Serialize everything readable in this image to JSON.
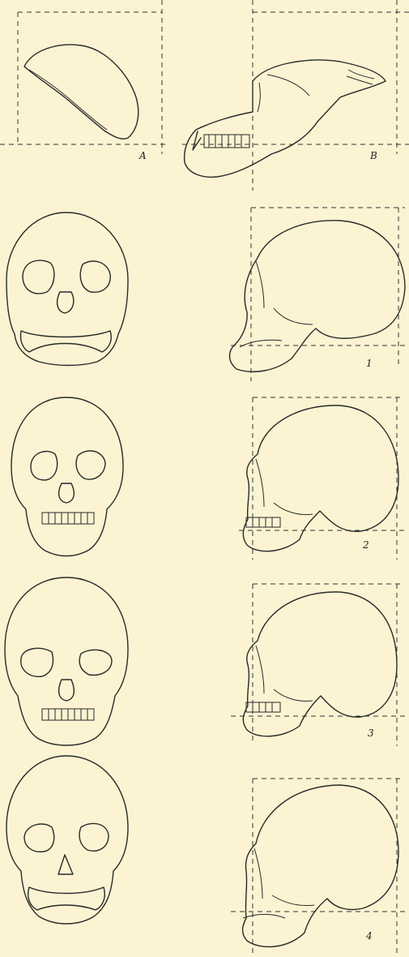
{
  "figure_labels": {
    "a": "A",
    "b": "B",
    "n1": "1",
    "n2": "2",
    "n3": "3",
    "n4": "4"
  },
  "colors": {
    "paper": "#fbf3d2",
    "ink": "#2a2a2a"
  }
}
